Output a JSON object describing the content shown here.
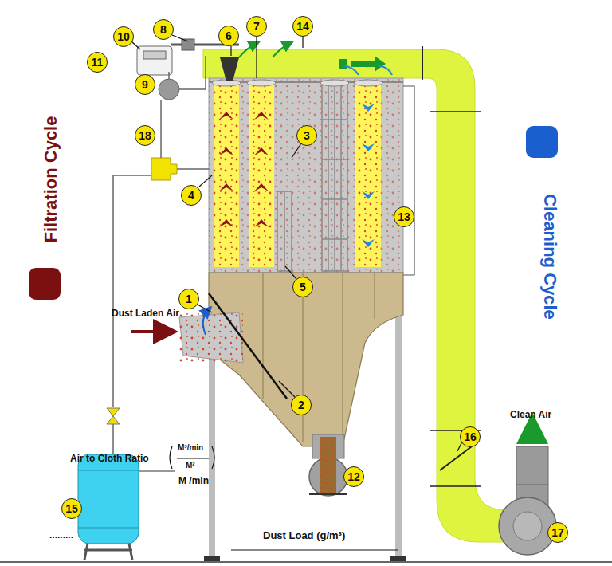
{
  "diagram": {
    "nodes": [
      {
        "text": [
          "1"
        ]
      },
      {
        "text": [
          "2"
        ]
      },
      {
        "text": [
          "3"
        ]
      },
      {
        "text": [
          "4"
        ]
      },
      {
        "text": [
          "5"
        ]
      },
      {
        "text": [
          "6"
        ]
      },
      {
        "text": [
          "7"
        ]
      },
      {
        "text": [
          "8"
        ]
      },
      {
        "text": [
          "9"
        ]
      },
      {
        "text": [
          "10"
        ]
      },
      {
        "text": [
          "11"
        ]
      },
      {
        "text": [
          "12"
        ]
      },
      {
        "text": [
          "13"
        ]
      },
      {
        "text": [
          "14"
        ]
      },
      {
        "text": [
          "15"
        ]
      },
      {
        "text": [
          "16"
        ]
      },
      {
        "text": [
          "17"
        ]
      },
      {
        "text": [
          "18"
        ]
      }
    ],
    "labels": [
      "Dust Laden Air",
      "Clean Air",
      "Air to Cloth Ratio",
      "M³/min",
      "M²",
      "M /min",
      "Dust Load (g/m³)",
      "........."
    ],
    "legend": [
      {
        "text": "Filtration Cycle",
        "color": "#7a1010"
      },
      {
        "text": "Cleaning Cycle",
        "color": "#1a5fcf"
      }
    ]
  }
}
